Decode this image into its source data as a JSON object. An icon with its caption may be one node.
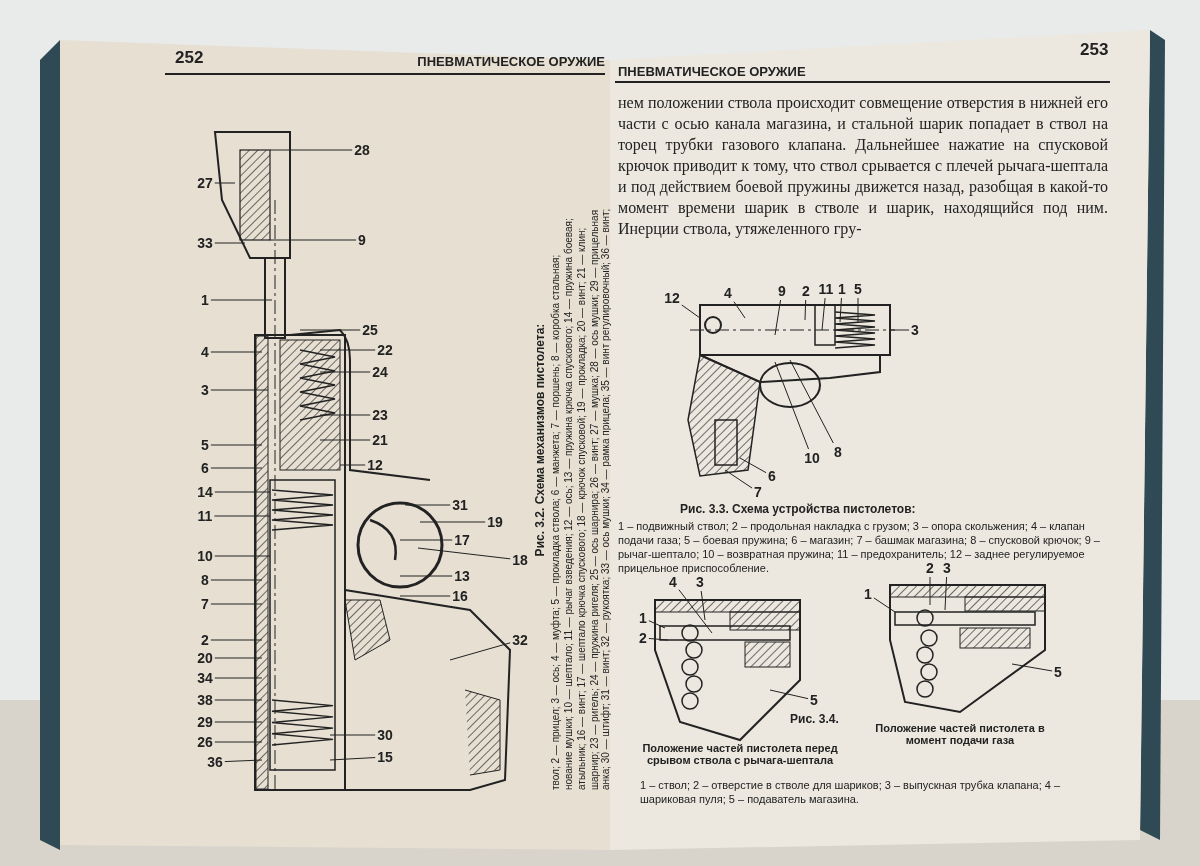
{
  "diagram": {
    "nodes": [
      {
        "text": [
          "27"
        ]
      },
      {
        "text": [
          "33"
        ]
      },
      {
        "text": [
          "1"
        ]
      },
      {
        "text": [
          "4"
        ]
      },
      {
        "text": [
          "3"
        ]
      },
      {
        "text": [
          "5"
        ]
      },
      {
        "text": [
          "6"
        ]
      },
      {
        "text": [
          "14"
        ]
      },
      {
        "text": [
          "11"
        ]
      },
      {
        "text": [
          "10"
        ]
      },
      {
        "text": [
          "8"
        ]
      },
      {
        "text": [
          "7"
        ]
      },
      {
        "text": [
          "2"
        ]
      },
      {
        "text": [
          "20"
        ]
      },
      {
        "text": [
          "34"
        ]
      },
      {
        "text": [
          "38"
        ]
      },
      {
        "text": [
          "29"
        ]
      },
      {
        "text": [
          "26"
        ]
      },
      {
        "text": [
          "36"
        ]
      },
      {
        "text": [
          "28"
        ]
      },
      {
        "text": [
          "9"
        ]
      },
      {
        "text": [
          "25"
        ]
      },
      {
        "text": [
          "22"
        ]
      },
      {
        "text": [
          "24"
        ]
      },
      {
        "text": [
          "23"
        ]
      },
      {
        "text": [
          "21"
        ]
      },
      {
        "text": [
          "12"
        ]
      },
      {
        "text": [
          "31"
        ]
      },
      {
        "text": [
          "19"
        ]
      },
      {
        "text": [
          "17"
        ]
      },
      {
        "text": [
          "18"
        ]
      },
      {
        "text": [
          "13"
        ]
      },
      {
        "text": [
          "16"
        ]
      },
      {
        "text": [
          "32"
        ]
      },
      {
        "text": [
          "30"
        ]
      },
      {
        "text": [
          "15"
        ]
      },
      {
        "text": [
          "12"
        ]
      },
      {
        "text": [
          "4"
        ]
      },
      {
        "text": [
          "9"
        ]
      },
      {
        "text": [
          "2"
        ]
      },
      {
        "text": [
          "11"
        ]
      },
      {
        "text": [
          "1"
        ]
      },
      {
        "text": [
          "5"
        ]
      },
      {
        "text": [
          "3"
        ]
      },
      {
        "text": [
          "10"
        ]
      },
      {
        "text": [
          "8"
        ]
      },
      {
        "text": [
          "6"
        ]
      },
      {
        "text": [
          "7"
        ]
      },
      {
        "text": [
          "4"
        ]
      },
      {
        "text": [
          "3"
        ]
      },
      {
        "text": [
          "1"
        ]
      },
      {
        "text": [
          "2"
        ]
      },
      {
        "text": [
          "5"
        ]
      },
      {
        "text": [
          "2"
        ]
      },
      {
        "text": [
          "3"
        ]
      },
      {
        "text": [
          "1"
        ]
      },
      {
        "text": [
          "5"
        ]
      }
    ],
    "edges": [
      {
        "from": 0,
        "to": null,
        "arrow": "none"
      },
      {
        "from": 1,
        "to": null,
        "arrow": "none"
      },
      {
        "from": 2,
        "to": null,
        "arrow": "none"
      },
      {
        "from": 3,
        "to": null,
        "arrow": "none"
      },
      {
        "from": 4,
        "to": null,
        "arrow": "none"
      },
      {
        "from": 5,
        "to": null,
        "arrow": "none"
      },
      {
        "from": 6,
        "to": null,
        "arrow": "none"
      },
      {
        "from": 7,
        "to": null,
        "arrow": "none"
      },
      {
        "from": 8,
        "to": null,
        "arrow": "none"
      },
      {
        "from": 9,
        "to": null,
        "arrow": "none"
      },
      {
        "from": 10,
        "to": null,
        "arrow": "none"
      },
      {
        "from": 11,
        "to": null,
        "arrow": "none"
      },
      {
        "from": 12,
        "to": null,
        "arrow": "none"
      },
      {
        "from": 13,
        "to": null,
        "arrow": "none"
      },
      {
        "from": 14,
        "to": null,
        "arrow": "none"
      },
      {
        "from": 15,
        "to": null,
        "arrow": "none"
      },
      {
        "from": 16,
        "to": null,
        "arrow": "none"
      },
      {
        "from": 17,
        "to": null,
        "arrow": "none"
      },
      {
        "from": 18,
        "to": null,
        "arrow": "none"
      },
      {
        "from": 19,
        "to": null,
        "arrow": "none"
      },
      {
        "from": 20,
        "to": null,
        "arrow": "none"
      },
      {
        "from": 21,
        "to": null,
        "arrow": "none"
      },
      {
        "from": 22,
        "to": null,
        "arrow": "none"
      },
      {
        "from": 23,
        "to": null,
        "arrow": "none"
      },
      {
        "from": 24,
        "to": null,
        "arrow": "none"
      },
      {
        "from": 25,
        "to": null,
        "arrow": "none"
      },
      {
        "from": 26,
        "to": null,
        "arrow": "none"
      },
      {
        "from": 27,
        "to": null,
        "arrow": "none"
      },
      {
        "from": 28,
        "to": null,
        "arrow": "none"
      },
      {
        "from": 29,
        "to": null,
        "arrow": "none"
      },
      {
        "from": 30,
        "to": null,
        "arrow": "none"
      },
      {
        "from": 31,
        "to": null,
        "arrow": "none"
      },
      {
        "from": 32,
        "to": null,
        "arrow": "none"
      },
      {
        "from": 33,
        "to": null,
        "arrow": "none"
      },
      {
        "from": 34,
        "to": null,
        "arrow": "none"
      },
      {
        "from": 35,
        "to": null,
        "arrow": "none"
      },
      {
        "from": 36,
        "to": null,
        "arrow": "none"
      },
      {
        "from": 37,
        "to": null,
        "arrow": "none"
      },
      {
        "from": 38,
        "to": null,
        "arrow": "none"
      },
      {
        "from": 39,
        "to": null,
        "arrow": "none"
      },
      {
        "from": 40,
        "to": null,
        "arrow": "none"
      },
      {
        "from": 41,
        "to": null,
        "arrow": "none"
      },
      {
        "from": 42,
        "to": null,
        "arrow": "none"
      },
      {
        "from": 43,
        "to": null,
        "arrow": "none"
      },
      {
        "from": 44,
        "to": null,
        "arrow": "none"
      },
      {
        "from": 45,
        "to": null,
        "arrow": "none"
      },
      {
        "from": 46,
        "to": null,
        "arrow": "none"
      },
      {
        "from": 47,
        "to": null,
        "arrow": "none"
      },
      {
        "from": 48,
        "to": null,
        "arrow": "none"
      },
      {
        "from": 49,
        "to": null,
        "arrow": "none"
      },
      {
        "from": 50,
        "to": null,
        "arrow": "none"
      },
      {
        "from": 51,
        "to": null,
        "arrow": "none"
      },
      {
        "from": 52,
        "to": null,
        "arrow": "none"
      },
      {
        "from": 53,
        "to": null,
        "arrow": "none"
      },
      {
        "from": 54,
        "to": null,
        "arrow": "none"
      },
      {
        "from": 55,
        "to": null,
        "arrow": "none"
      },
      {
        "from": 56,
        "to": null,
        "arrow": "none"
      }
    ],
    "labels": [
      "252",
      "ПНЕВМАТИЧЕСКОЕ ОРУЖИЕ",
      "Рис. 3.2. Схема механизмов пистолета:",
      "твол; 2 — прицел; 3 — ось; 4 — муфта; 5 — прокладка ствола; 6 — манжета; 7 — поршень; 8 — коробка стальная;",
      "нование мушки; 10 — шептало; 11 — рычаг взведения; 12 — ось; 13 — пружина крючка спускового; 14 — пружина боевая;",
      "атыльник; 16 — винт; 17 — шептало крючка спускового; 18 — крючок спусковой; 19 — прокладка; 20 — винт; 21 — клин;",
      "шарнир; 23 — ригель; 24 — пружина ригеля; 25 — ось шарнира; 26 — винт; 27 — мушка; 28 — ось мушки; 29 — прицельная",
      "анка; 30 — штифт; 31 — винт; 32 — рукоятка; 33 — ось мушки; 34 — рамка прицела; 35 — винт регулировочный; 36 — винт;",
      "253",
      "ПНЕВМАТИЧЕСКОЕ ОРУЖИЕ",
      "нем положении ствола происходит совмещение отверстия в нижней его части с осью канала магазина, и стальной шарик попадает в ствол на торец трубки газового клапана. Дальнейшее нажатие на спусковой крючок приводит к тому, что ствол срывается с плечей рычага-шептала и под действием боевой пружины движется назад, разобщая в какой-то момент времени шарик в стволе и шарик, находящийся под ним. Инерции ствола, утяжеленного гру-",
      "Рис. 3.3. Схема устройства пистолетов:",
      "1 – подвижный ствол; 2 – продольная накладка с грузом; 3 – опора скольжения; 4 – клапан подачи газа; 5 – боевая пружина; 6 – магазин; 7 – башмак магазина; 8 – спусковой крючок; 9 – рычаг-шептало; 10 – возвратная пружина; 11 – предохранитель; 12 – заднее регулируемое прицельное приспособление.",
      "Рис. 3.4.",
      "Положение частей пистолета перед срывом ствола с рычага-шептала",
      "Положение частей пистолета в момент подачи газа",
      "1 – ствол; 2 – отверстие в стволе для шариков; 3 – выпускная трубка клапана; 4 – шариковая пуля; 5 – подаватель магазина."
    ]
  }
}
